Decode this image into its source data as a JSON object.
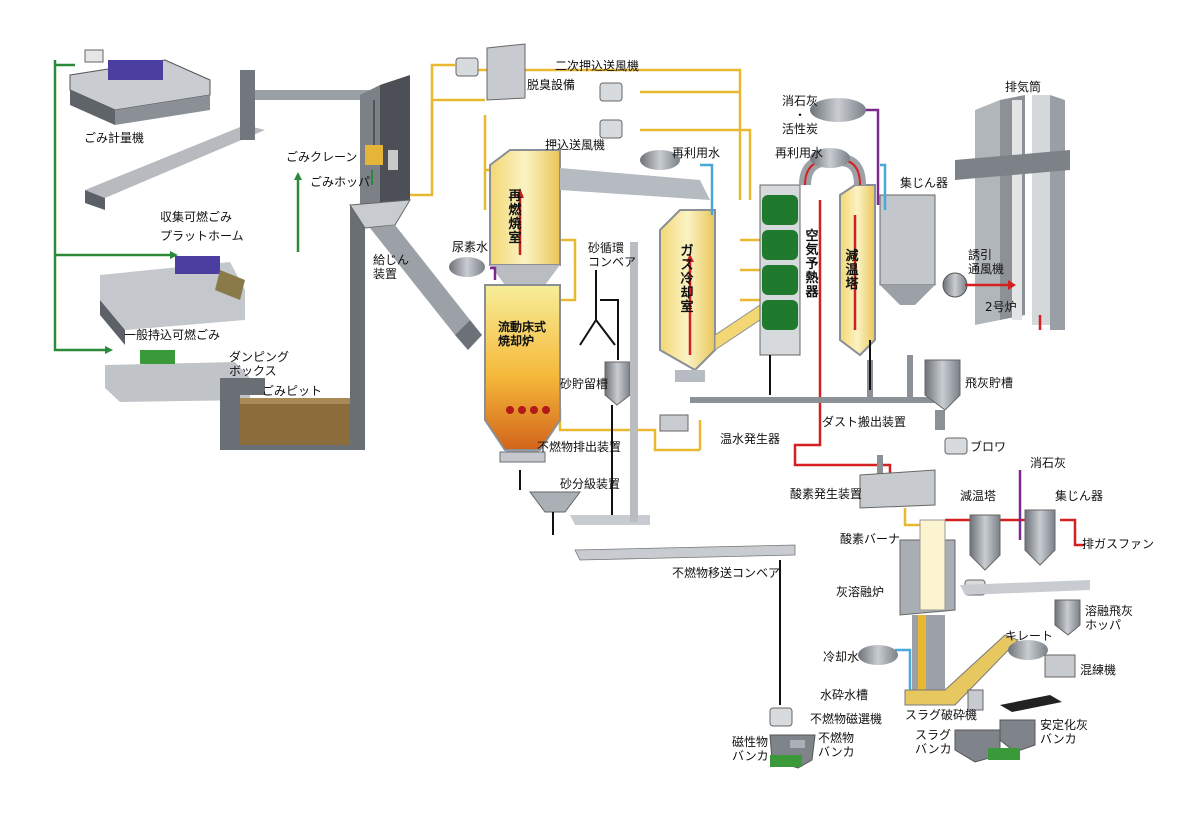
{
  "labels": {
    "gomi_keiryoki": "ごみ計量機",
    "shushu_kanen": "収集可燃ごみ",
    "platform": "プラットホーム",
    "ippan_mochikomi": "一般持込可燃ごみ",
    "dumping_box": "ダンピング\nボックス",
    "gomi_pit": "ごみピット",
    "gomi_crane": "ごみクレーン",
    "gomi_hopper": "ごみホッパ",
    "kyujin_sochi": "給じん\n装置",
    "nisoui": "尿素水",
    "saisho_shitsu": "再燃焼室",
    "ryudo_shoukyakuro": "流動床式\n焼却炉",
    "suna_junkan": "砂循環\nコンベア",
    "suna_chouryuso": "砂貯留槽",
    "funenbutsu_haishutsu": "不燃物排出装置",
    "suna_bunkyu": "砂分級装置",
    "niji_oshikomi": "二次押込送風機",
    "dasshu_setsubi": "脱臭設備",
    "oshikomi_sofuki": "押込送風機",
    "sairiyosui_1": "再利用水",
    "sairiyosui_2": "再利用水",
    "gas_reikyaku": "ガス冷却室",
    "kuki_yonetsuki": "空気予熱器",
    "gen_on_to": "減温塔",
    "shosekkai_kasseitan": "消石灰\n・\n活性炭",
    "shujinki": "集じん器",
    "yuin_tsufuki": "誘引\n通風機",
    "haikitou": "排気筒",
    "nigoro": "2号炉",
    "onsui_hasseiki": "温水発生器",
    "dust_hanshutsu": "ダスト搬出装置",
    "hibai_chouryu": "飛灰貯槽",
    "blower": "ブロワ",
    "sanso_hassei": "酸素発生装置",
    "shosekkai_2": "消石灰",
    "gen_on_to_2": "減温塔",
    "shujinki_2": "集じん器",
    "hai_gas_fan": "排ガスファン",
    "sanso_burner": "酸素バーナ",
    "haiyou_yuro": "灰溶融炉",
    "yuyu_hibai_hopper": "溶融飛灰\nホッパ",
    "chelate": "キレート",
    "konreki": "混練機",
    "reikyakusui": "冷却水",
    "suisai_suiso": "水砕水槽",
    "slag_hasaiki": "スラグ破砕機",
    "anteika_bai": "安定化灰\nバンカ",
    "slag_bunker": "スラグ\nバンカ",
    "funenbutsu_isou": "不燃物移送コンベア",
    "funenbutsu_jisenki": "不燃物磁選機",
    "jiseibutsu_bunker": "磁性物\nバンカ",
    "funenbutsu_bunker": "不燃物\nバンカ"
  },
  "colors": {
    "combustion_air": "#e8b830",
    "flue_gas": "#d42020",
    "waste_flow": "#2a8a3a",
    "water": "#4aa8d8",
    "chemical": "#7a2a8a",
    "sand": "#111111",
    "equipment": "#8a9098",
    "furnace_fill": "#f4e28a",
    "preheater": "#1f7a2e"
  }
}
